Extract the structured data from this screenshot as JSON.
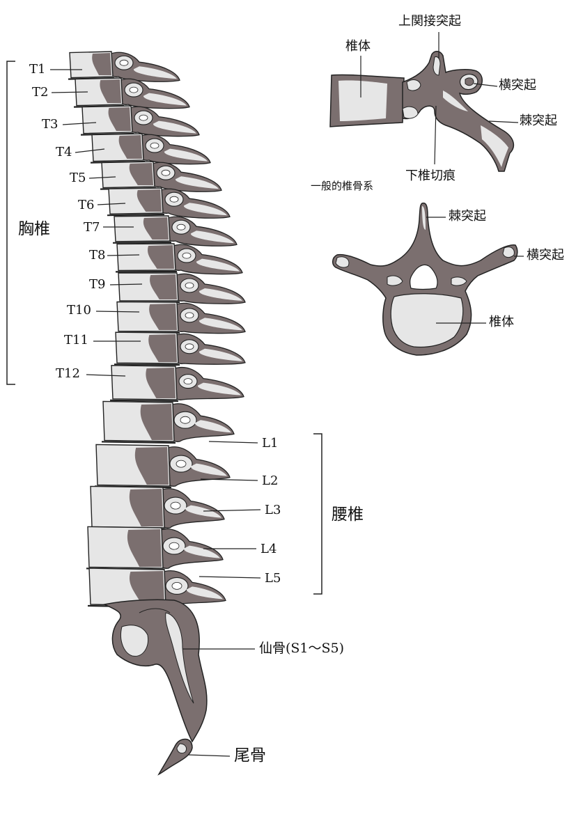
{
  "colors": {
    "bone_shade": "#7b6f6f",
    "bone_light": "#e6e6e6",
    "outline": "#222222",
    "background": "#ffffff"
  },
  "regions": {
    "thoracic": "胸椎",
    "lumbar": "腰椎"
  },
  "thoracic_labels": [
    "T1",
    "T2",
    "T3",
    "T4",
    "T5",
    "T6",
    "T7",
    "T8",
    "T9",
    "T10",
    "T11",
    "T12"
  ],
  "lumbar_labels": [
    "L1",
    "L2",
    "L3",
    "L4",
    "L5"
  ],
  "sacrum_label": "仙骨(S1～S5)",
  "coccyx_label": "尾骨",
  "lateral_view": {
    "body": "椎体",
    "superior_articular_process": "上関接突起",
    "transverse_process": "横突起",
    "spinous_process": "棘突起",
    "inferior_vertebral_notch": "下椎切痕"
  },
  "caption": "一般的椎骨系",
  "superior_view": {
    "spinous_process": "棘突起",
    "transverse_process": "横突起",
    "body": "椎体"
  }
}
